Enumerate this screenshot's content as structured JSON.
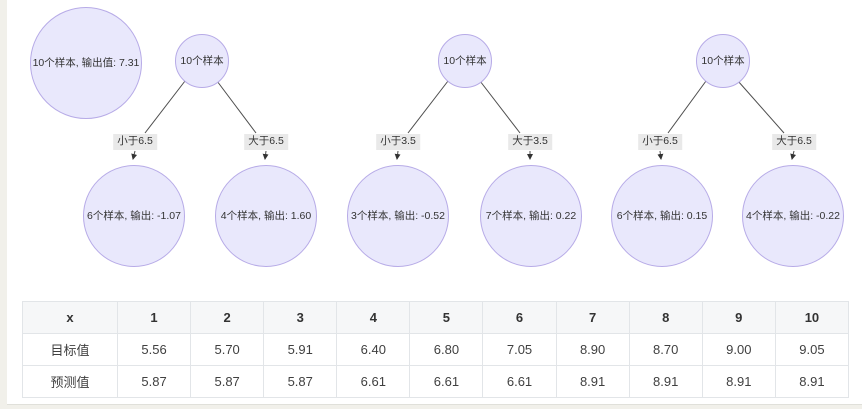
{
  "colors": {
    "page_bg": "#f1f0ea",
    "card_bg": "#ffffff",
    "node_fill": "#e9e8fc",
    "node_stroke": "#b7abe7",
    "edge_line": "#4d4d4d",
    "condition_label_bg": "#e9e9e9",
    "table_header_bg": "#f6f7f8",
    "table_border": "#e2e5e8"
  },
  "diagram": {
    "initial_node": {
      "label": "10个样本, 输出值: 7.31"
    },
    "trees": [
      {
        "root": "10个样本",
        "left_condition": "小于6.5",
        "right_condition": "大于6.5",
        "left_leaf": "6个样本, 输出: -1.07",
        "right_leaf": "4个样本, 输出: 1.60"
      },
      {
        "root": "10个样本",
        "left_condition": "小于3.5",
        "right_condition": "大于3.5",
        "left_leaf": "3个样本, 输出: -0.52",
        "right_leaf": "7个样本, 输出: 0.22"
      },
      {
        "root": "10个样本",
        "left_condition": "小于6.5",
        "right_condition": "大于6.5",
        "left_leaf": "6个样本, 输出: 0.15",
        "right_leaf": "4个样本, 输出: -0.22"
      }
    ]
  },
  "table": {
    "header": [
      "x",
      "1",
      "2",
      "3",
      "4",
      "5",
      "6",
      "7",
      "8",
      "9",
      "10"
    ],
    "rows": [
      {
        "label": "目标值",
        "values": [
          "5.56",
          "5.70",
          "5.91",
          "6.40",
          "6.80",
          "7.05",
          "8.90",
          "8.70",
          "9.00",
          "9.05"
        ]
      },
      {
        "label": "预测值",
        "values": [
          "5.87",
          "5.87",
          "5.87",
          "6.61",
          "6.61",
          "6.61",
          "8.91",
          "8.91",
          "8.91",
          "8.91"
        ]
      }
    ]
  }
}
